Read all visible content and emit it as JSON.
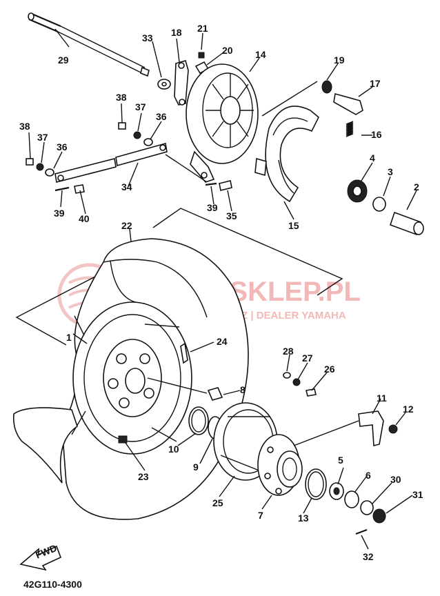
{
  "watermark": {
    "brand": "YAMA-SKLEP.PL",
    "tagline": "VOLK... HOWICZ | DEALER YAMAHA",
    "color": "#f2b8b8"
  },
  "diagram": {
    "code": "42G110-4300",
    "direction_label": "FWD",
    "callouts": [
      "1",
      "2",
      "3",
      "4",
      "5",
      "6",
      "7",
      "8",
      "9",
      "10",
      "11",
      "12",
      "13",
      "14",
      "15",
      "16",
      "17",
      "18",
      "19",
      "20",
      "21",
      "22",
      "23",
      "24",
      "25",
      "26",
      "27",
      "28",
      "29",
      "30",
      "31",
      "32",
      "33",
      "34",
      "35",
      "36",
      "37",
      "38",
      "39",
      "40"
    ],
    "duplicate_callouts": [
      "36",
      "37",
      "38",
      "39"
    ]
  }
}
